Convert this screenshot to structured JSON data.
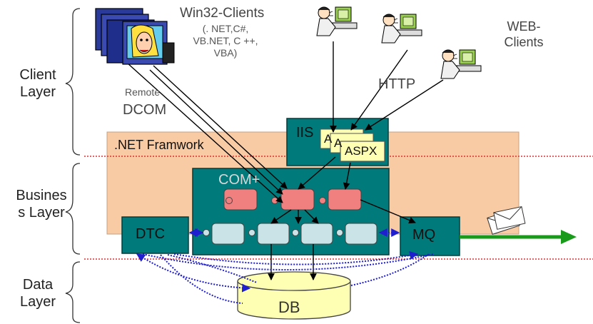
{
  "layers": {
    "client": "Client\nLayer",
    "business": "Busines\ns Layer",
    "data": "Data\nLayer"
  },
  "clients": {
    "win32_title": "Win32-Clients",
    "win32_sub": "(. NET,C#,\nVB.NET, C ++,\nVBA)",
    "web": "WEB-\nClients"
  },
  "protocols": {
    "remote": "Remote",
    "dcom": "DCOM",
    "http": "HTTP"
  },
  "components": {
    "framework": ".NET Framwork",
    "iis": "IIS",
    "aspx_back1": "A",
    "aspx_back2": "A",
    "aspx": "ASPX",
    "complus": "COM+",
    "dtc": "DTC",
    "mq": "MQ",
    "db": "DB"
  },
  "colors": {
    "framework_fill": "#f8cba4",
    "box_fill": "#007a7a",
    "pink": "#f08080",
    "light_blue": "#c9e3e6",
    "yellow": "#ffffb3",
    "arrow_green": "#1a9a1a",
    "dashed_blue": "#1f1fd0",
    "separator_red": "#e03030"
  }
}
